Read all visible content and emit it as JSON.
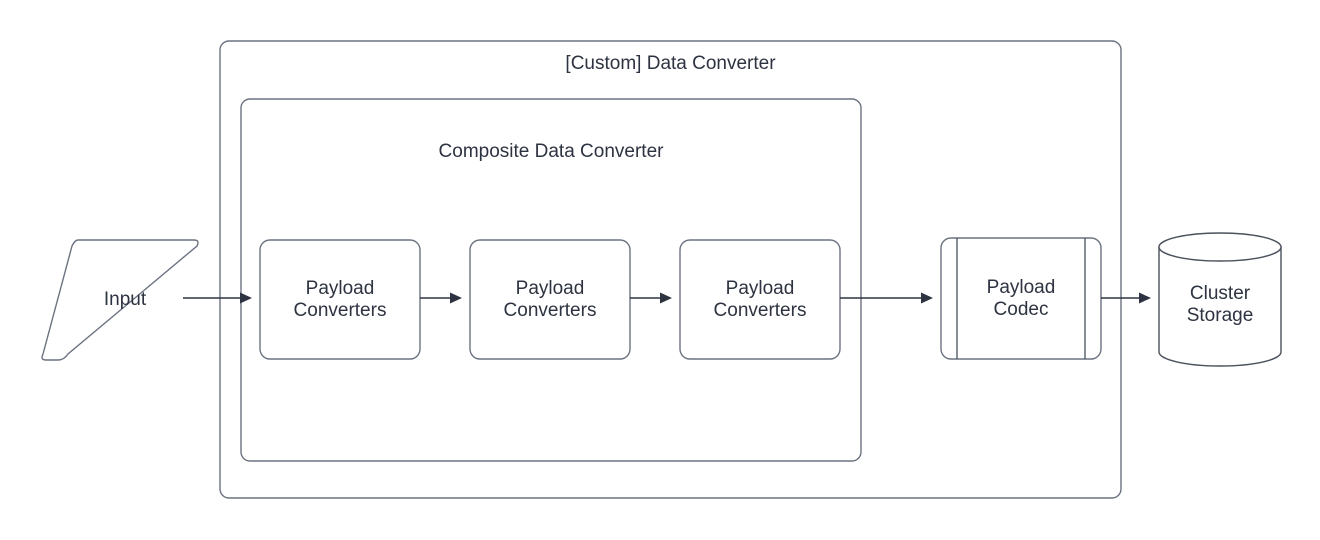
{
  "diagram": {
    "title_outer": "[Custom] Data Converter",
    "title_inner": "Composite Data Converter",
    "colors": {
      "stroke": "#6b7380",
      "text": "#2d3340",
      "connector": "#2d3340",
      "background": "#ffffff"
    },
    "nodes": [
      {
        "id": "input",
        "shape": "parallelogram",
        "label": "Input"
      },
      {
        "id": "payload-converters-1",
        "shape": "rounded-rect",
        "label_line1": "Payload",
        "label_line2": "Converters"
      },
      {
        "id": "payload-converters-2",
        "shape": "rounded-rect",
        "label_line1": "Payload",
        "label_line2": "Converters"
      },
      {
        "id": "payload-converters-3",
        "shape": "rounded-rect",
        "label_line1": "Payload",
        "label_line2": "Converters"
      },
      {
        "id": "payload-codec",
        "shape": "subroutine",
        "label_line1": "Payload",
        "label_line2": "Codec"
      },
      {
        "id": "cluster-storage",
        "shape": "cylinder",
        "label_line1": "Cluster",
        "label_line2": "Storage"
      }
    ],
    "edges": [
      {
        "from": "input",
        "to": "payload-converters-1",
        "style": "arrow"
      },
      {
        "from": "payload-converters-1",
        "to": "payload-converters-2",
        "style": "arrow"
      },
      {
        "from": "payload-converters-2",
        "to": "payload-converters-3",
        "style": "arrow"
      },
      {
        "from": "payload-converters-3",
        "to": "payload-codec",
        "style": "arrow"
      },
      {
        "from": "payload-codec",
        "to": "cluster-storage",
        "style": "arrow"
      }
    ]
  }
}
